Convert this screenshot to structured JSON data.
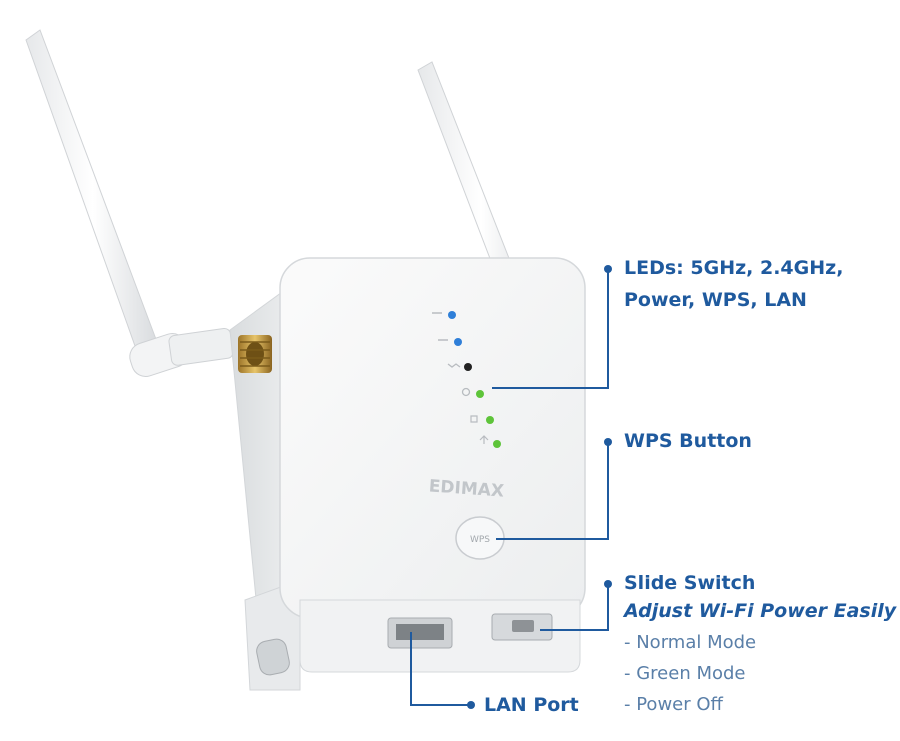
{
  "device": {
    "brand": "EDIMAX",
    "wps_label": "WPS",
    "leds": [
      {
        "name": "5G",
        "color": "#2f7fd8"
      },
      {
        "name": "2.4G",
        "color": "#2f7fd8"
      },
      {
        "name": "power",
        "color": "#222222"
      },
      {
        "name": "wps",
        "color": "#5ec43a"
      },
      {
        "name": "wifi",
        "color": "#5ec43a"
      },
      {
        "name": "lan",
        "color": "#5ec43a"
      }
    ]
  },
  "callouts": {
    "leds": {
      "line1": "LEDs: 5GHz, 2.4GHz,",
      "line2": "Power, WPS, LAN"
    },
    "wps": {
      "label": "WPS Button"
    },
    "slide": {
      "label": "Slide Switch",
      "subtitle": "Adjust Wi-Fi Power Easily",
      "modes": [
        "- Normal Mode",
        "- Green Mode",
        "- Power Off"
      ]
    },
    "lan": {
      "label": "LAN Port"
    }
  },
  "colors": {
    "callout": "#1f5a9e",
    "mode_text": "#5a7fa8"
  }
}
